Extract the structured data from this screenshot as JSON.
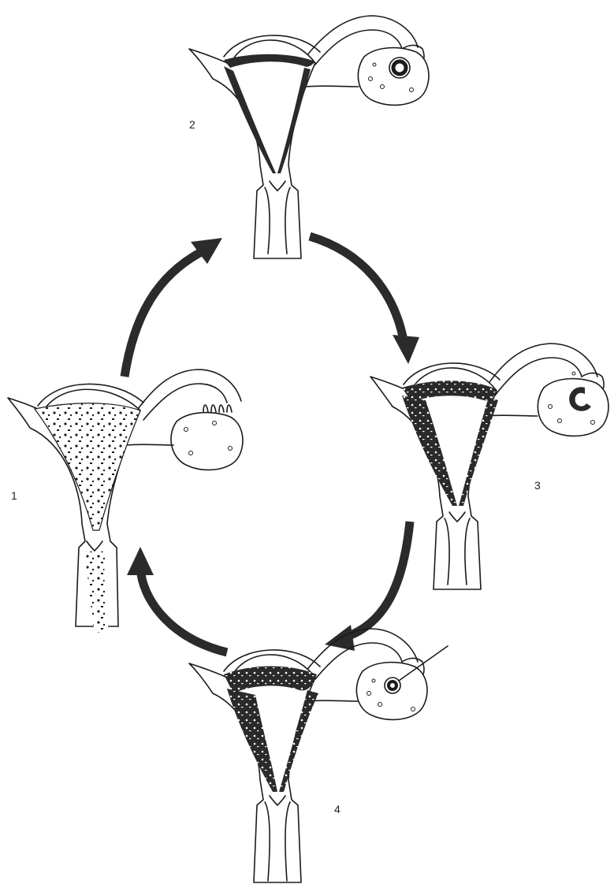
{
  "diagram": {
    "stages": [
      {
        "id": "1",
        "label": "1"
      },
      {
        "id": "2",
        "label": "2"
      },
      {
        "id": "3",
        "label": "3"
      },
      {
        "id": "4",
        "label": "4"
      }
    ],
    "colors": {
      "ink": "#1b1b1b",
      "lining": "#2a2a2a",
      "arrow": "#2b2b2b",
      "background": "#ffffff"
    },
    "icons": [
      "uterus-icon",
      "ovary-icon",
      "follicle-icon",
      "corpus-luteum-icon",
      "cycle-arrow-icon"
    ]
  }
}
